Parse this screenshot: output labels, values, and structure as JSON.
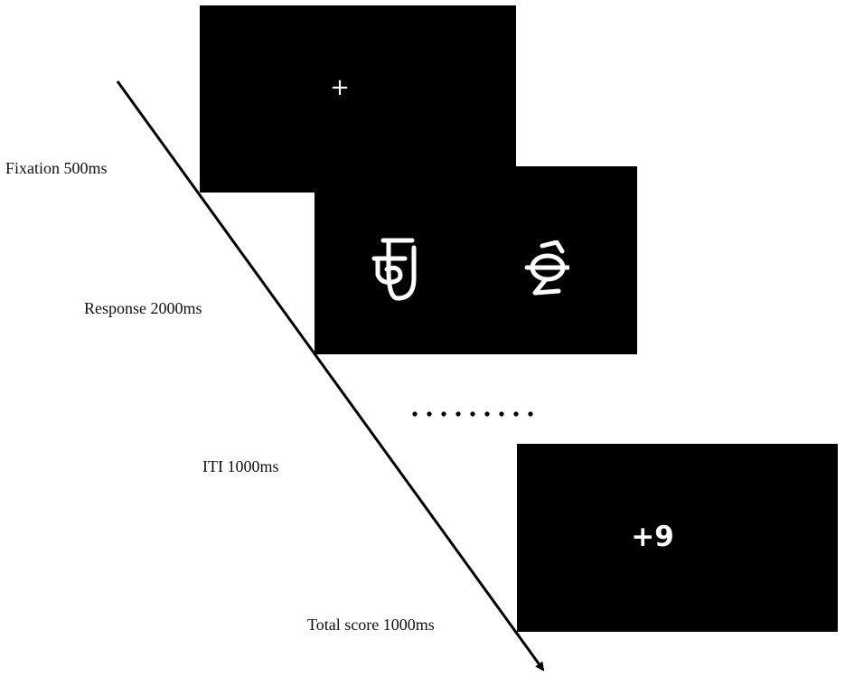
{
  "stages": [
    {
      "label": "Fixation 500ms"
    },
    {
      "label": "Response 2000ms"
    },
    {
      "label": "ITI 1000ms"
    },
    {
      "label": "Total score 1000ms"
    }
  ],
  "fixation_screen": {
    "symbol": "+"
  },
  "score_screen": {
    "text": "+9"
  },
  "colors": {
    "screen": "#000000",
    "stimulus": "#ffffff",
    "background": "#ffffff",
    "text": "#111111"
  }
}
